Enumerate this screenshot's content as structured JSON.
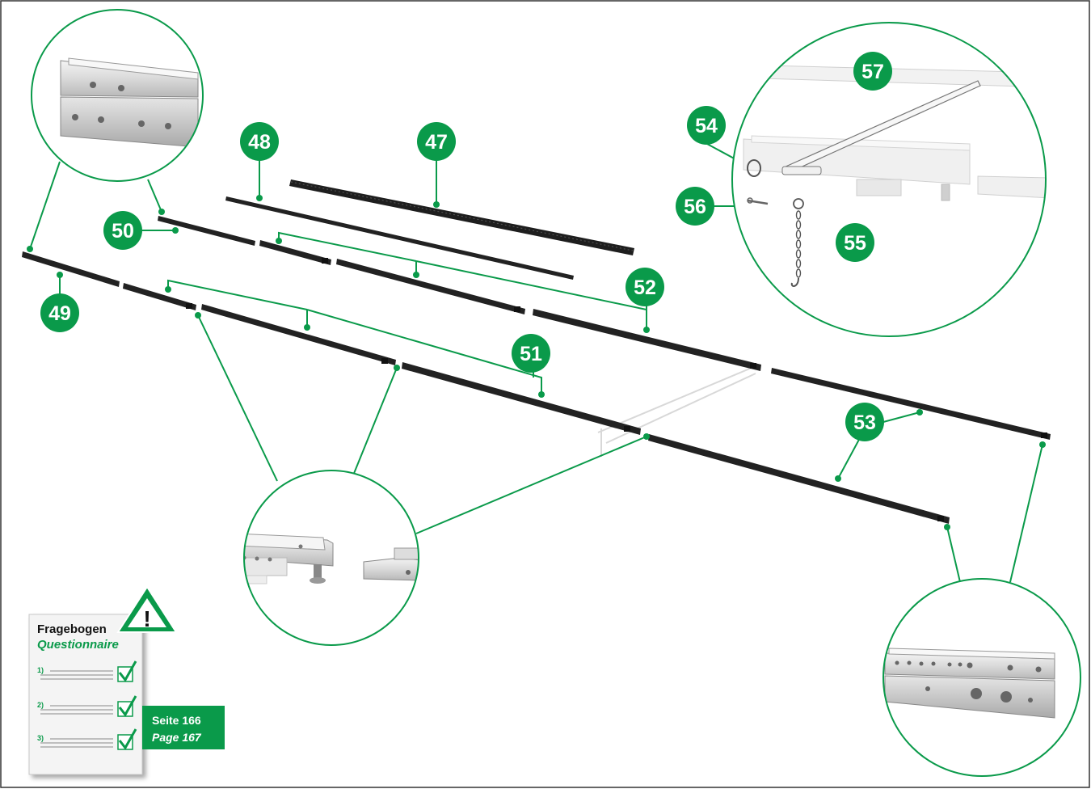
{
  "colors": {
    "accent": "#0a9a4a",
    "rail": "#222222",
    "frame": "#333333"
  },
  "labels": {
    "n47": "47",
    "n48": "48",
    "n49": "49",
    "n50": "50",
    "n51": "51",
    "n52": "52",
    "n53": "53",
    "n54": "54",
    "n55": "55",
    "n56": "56",
    "n57": "57"
  },
  "questionnaire": {
    "title": "Fragebogen",
    "subtitle": "Questionnaire",
    "items": [
      "1)",
      "2)",
      "3)"
    ],
    "warning_symbol": "!",
    "icon": "warning-triangle-icon"
  },
  "page_ref": {
    "de": "Seite 166",
    "en": "Page 167"
  }
}
